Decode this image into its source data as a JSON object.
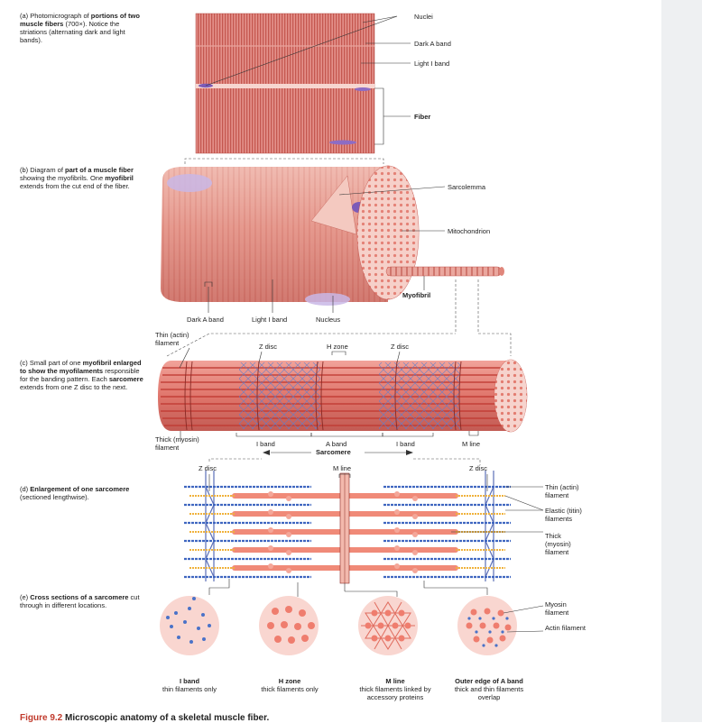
{
  "panel_a": {
    "text": [
      "(a) Photomicrograph of ",
      "portions of two muscle fibers",
      " (700×). Notice the striations (alternating dark and light bands)."
    ],
    "labels": {
      "nuclei": "Nuclei",
      "dark_a_band": "Dark A band",
      "light_i_band": "Light I band",
      "fiber": "Fiber"
    }
  },
  "panel_b": {
    "text": [
      "(b) Diagram of ",
      "part of a muscle fiber",
      " showing the myofibrils. One ",
      "myofibril",
      " extends from the cut end of the fiber."
    ],
    "labels": {
      "sarcolemma": "Sarcolemma",
      "mitochondrion": "Mitochondrion",
      "myofibril": "Myofibril",
      "dark_a_band": "Dark A band",
      "light_i_band": "Light I band",
      "nucleus": "Nucleus"
    }
  },
  "panel_c": {
    "text": [
      "(c) Small part of one ",
      "myofibril enlarged to show the myofilaments",
      " responsible for the banding pattern. Each ",
      "sarcomere",
      " extends from one Z disc to the next."
    ],
    "labels": {
      "thin_filament": "Thin (actin) filament",
      "z_disc_1": "Z disc",
      "h_zone": "H zone",
      "z_disc_2": "Z disc",
      "thick_filament": "Thick (myosin) filament",
      "i_band_1": "I band",
      "a_band": "A band",
      "i_band_2": "I band",
      "m_line": "M line",
      "sarcomere": "Sarcomere"
    }
  },
  "panel_d": {
    "text": [
      "(d) ",
      "Enlargement of one sarcomere",
      " (sectioned lengthwise)."
    ],
    "labels": {
      "z_disc_left": "Z disc",
      "m_line": "M line",
      "z_disc_right": "Z disc",
      "thin_filament": "Thin (actin) filament",
      "elastic_filaments": "Elastic (titin) filaments",
      "thick_filament": "Thick (myosin) filament"
    }
  },
  "panel_e": {
    "text": [
      "(e) ",
      "Cross sections of a sarcomere",
      " cut through in different locations."
    ],
    "labels": {
      "myosin": "Myosin filament",
      "actin": "Actin filament"
    },
    "sections": [
      {
        "title": "I band",
        "desc": "thin filaments only"
      },
      {
        "title": "H zone",
        "desc": "thick filaments only"
      },
      {
        "title": "M line",
        "desc": "thick filaments linked by accessory proteins"
      },
      {
        "title": "Outer edge of A band",
        "desc": "thick and thin filaments overlap"
      }
    ]
  },
  "caption": {
    "figure": "Figure 9.2",
    "title": "Microscopic anatomy of a skeletal muscle fiber."
  },
  "colors": {
    "muscle": "#e0867b",
    "muscle_dark": "#c95f57",
    "myosin": "#f08a78",
    "actin": "#4a72c8",
    "titin": "#f0b23c",
    "nucleus": "#8d6cc4"
  }
}
